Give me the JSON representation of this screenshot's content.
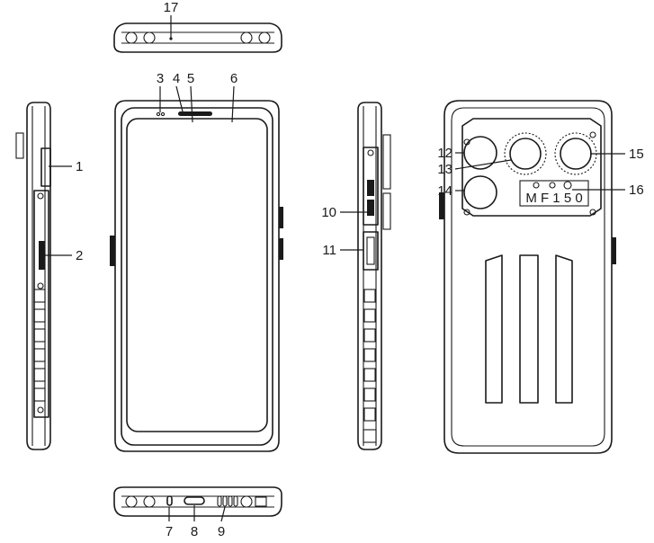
{
  "figure": {
    "callouts": [
      {
        "id": "1",
        "text": "1"
      },
      {
        "id": "2",
        "text": "2"
      },
      {
        "id": "3",
        "text": "3"
      },
      {
        "id": "4",
        "text": "4"
      },
      {
        "id": "5",
        "text": "5"
      },
      {
        "id": "6",
        "text": "6"
      },
      {
        "id": "7",
        "text": "7"
      },
      {
        "id": "8",
        "text": "8"
      },
      {
        "id": "9",
        "text": "9"
      },
      {
        "id": "10",
        "text": "10"
      },
      {
        "id": "11",
        "text": "11"
      },
      {
        "id": "12",
        "text": "12"
      },
      {
        "id": "13",
        "text": "13"
      },
      {
        "id": "14",
        "text": "14"
      },
      {
        "id": "15",
        "text": "15"
      },
      {
        "id": "16",
        "text": "16"
      },
      {
        "id": "17",
        "text": "17"
      }
    ],
    "logo_text": "M F 1 5 0"
  }
}
